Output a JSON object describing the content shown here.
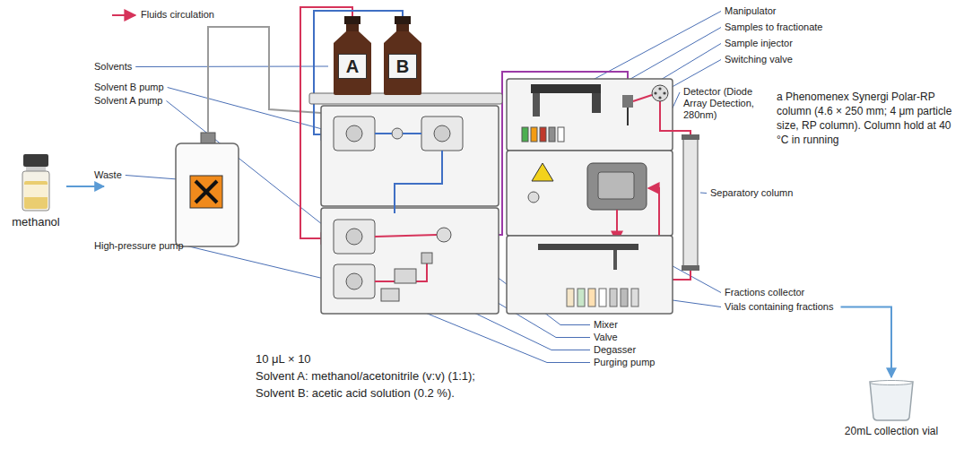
{
  "diagram": {
    "nodes": [
      {
        "text": [
          "methanol"
        ]
      },
      {
        "text": [
          "A"
        ]
      },
      {
        "text": [
          "B"
        ]
      },
      {
        "text": [
          "20mL collection vial"
        ]
      }
    ],
    "labels": [
      "Solvents",
      "Solvent B pump",
      "Solvent A pump",
      "Waste",
      "High-pressure pump",
      "Manipulator",
      "Samples to fractionate",
      "Sample injector",
      "Switching valve",
      "Detector (Diode Array Detection, 280nm)",
      "Separatory column",
      "Fractions collector",
      "Vials containing fractions",
      "Mixer",
      "Valve",
      "Degasser",
      "Purging pump",
      "10 μL × 10",
      "Solvent A: methanol/acetonitrile (v:v) (1:1);",
      "Solvent B: acetic acid solution (0.2 %).",
      "a Phenomenex Synergi Polar-RP column (4.6 × 250 mm; 4 μm particle size, RP column). Column hold at 40 °C in running"
    ],
    "legend": [
      {
        "text": "Fluids circulation"
      }
    ]
  }
}
